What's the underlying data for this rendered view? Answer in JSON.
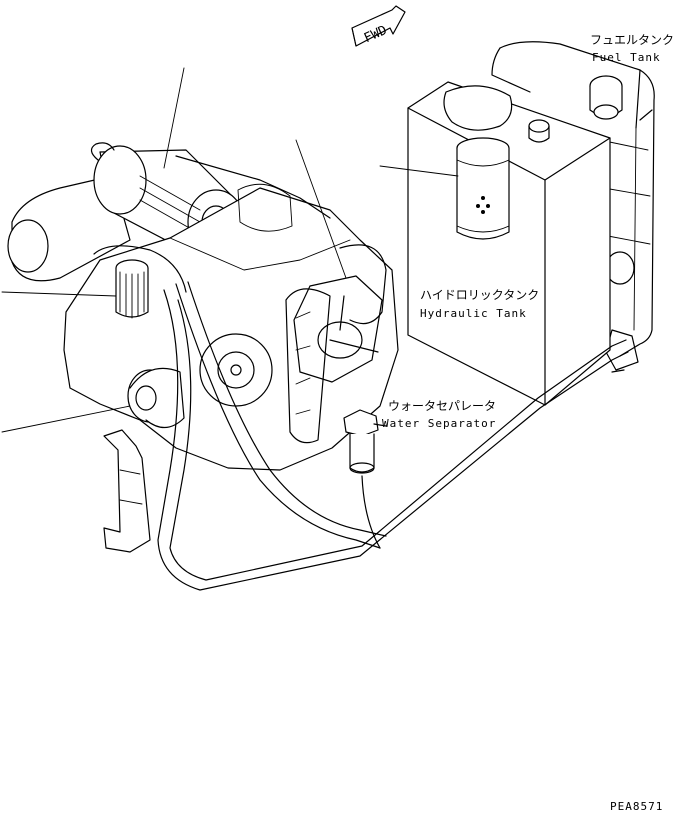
{
  "fwd_label": "FWD",
  "fuel_tank": {
    "label_jp": "フュエルタンク",
    "label_en": "Fuel Tank"
  },
  "hydraulic_tank": {
    "label_jp": "ハイドロリックタンク",
    "label_en": "Hydraulic Tank"
  },
  "water_separator": {
    "label_jp": "ウォータセパレータ",
    "label_en": "Water Separator"
  },
  "drawing_code": "PEA8571"
}
